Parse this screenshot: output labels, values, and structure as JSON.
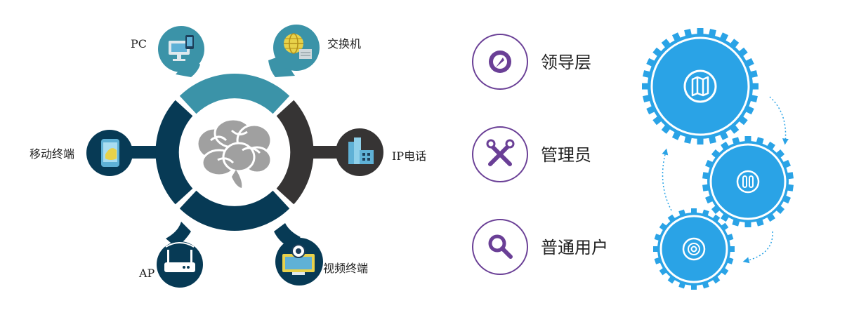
{
  "network": {
    "center": {
      "icon": "brain-icon"
    },
    "nodes": [
      {
        "id": "pc",
        "label": "PC",
        "icon": "computer-icon"
      },
      {
        "id": "switch",
        "label": "交换机",
        "icon": "switch-globe-icon"
      },
      {
        "id": "ipphone",
        "label": "IP电话",
        "icon": "ip-phone-icon"
      },
      {
        "id": "video",
        "label": "视频终端",
        "icon": "video-terminal-icon"
      },
      {
        "id": "ap",
        "label": "AP",
        "icon": "router-icon"
      },
      {
        "id": "mobile",
        "label": "移动终端",
        "icon": "mobile-icon"
      }
    ]
  },
  "roles": [
    {
      "label": "领导层",
      "icon": "compass-icon"
    },
    {
      "label": "管理员",
      "icon": "tools-icon"
    },
    {
      "label": "普通用户",
      "icon": "search-icon"
    }
  ],
  "gears": [
    {
      "icon": "map-icon"
    },
    {
      "icon": "chain-icon"
    },
    {
      "icon": "lifebuoy-icon"
    }
  ],
  "colors": {
    "teal": "#3b93a8",
    "dark_gray": "#363434",
    "navy": "#073a55",
    "brain": "#a0a0a0",
    "purple": "#6a3f96",
    "gear_blue": "#2aa3e6"
  }
}
